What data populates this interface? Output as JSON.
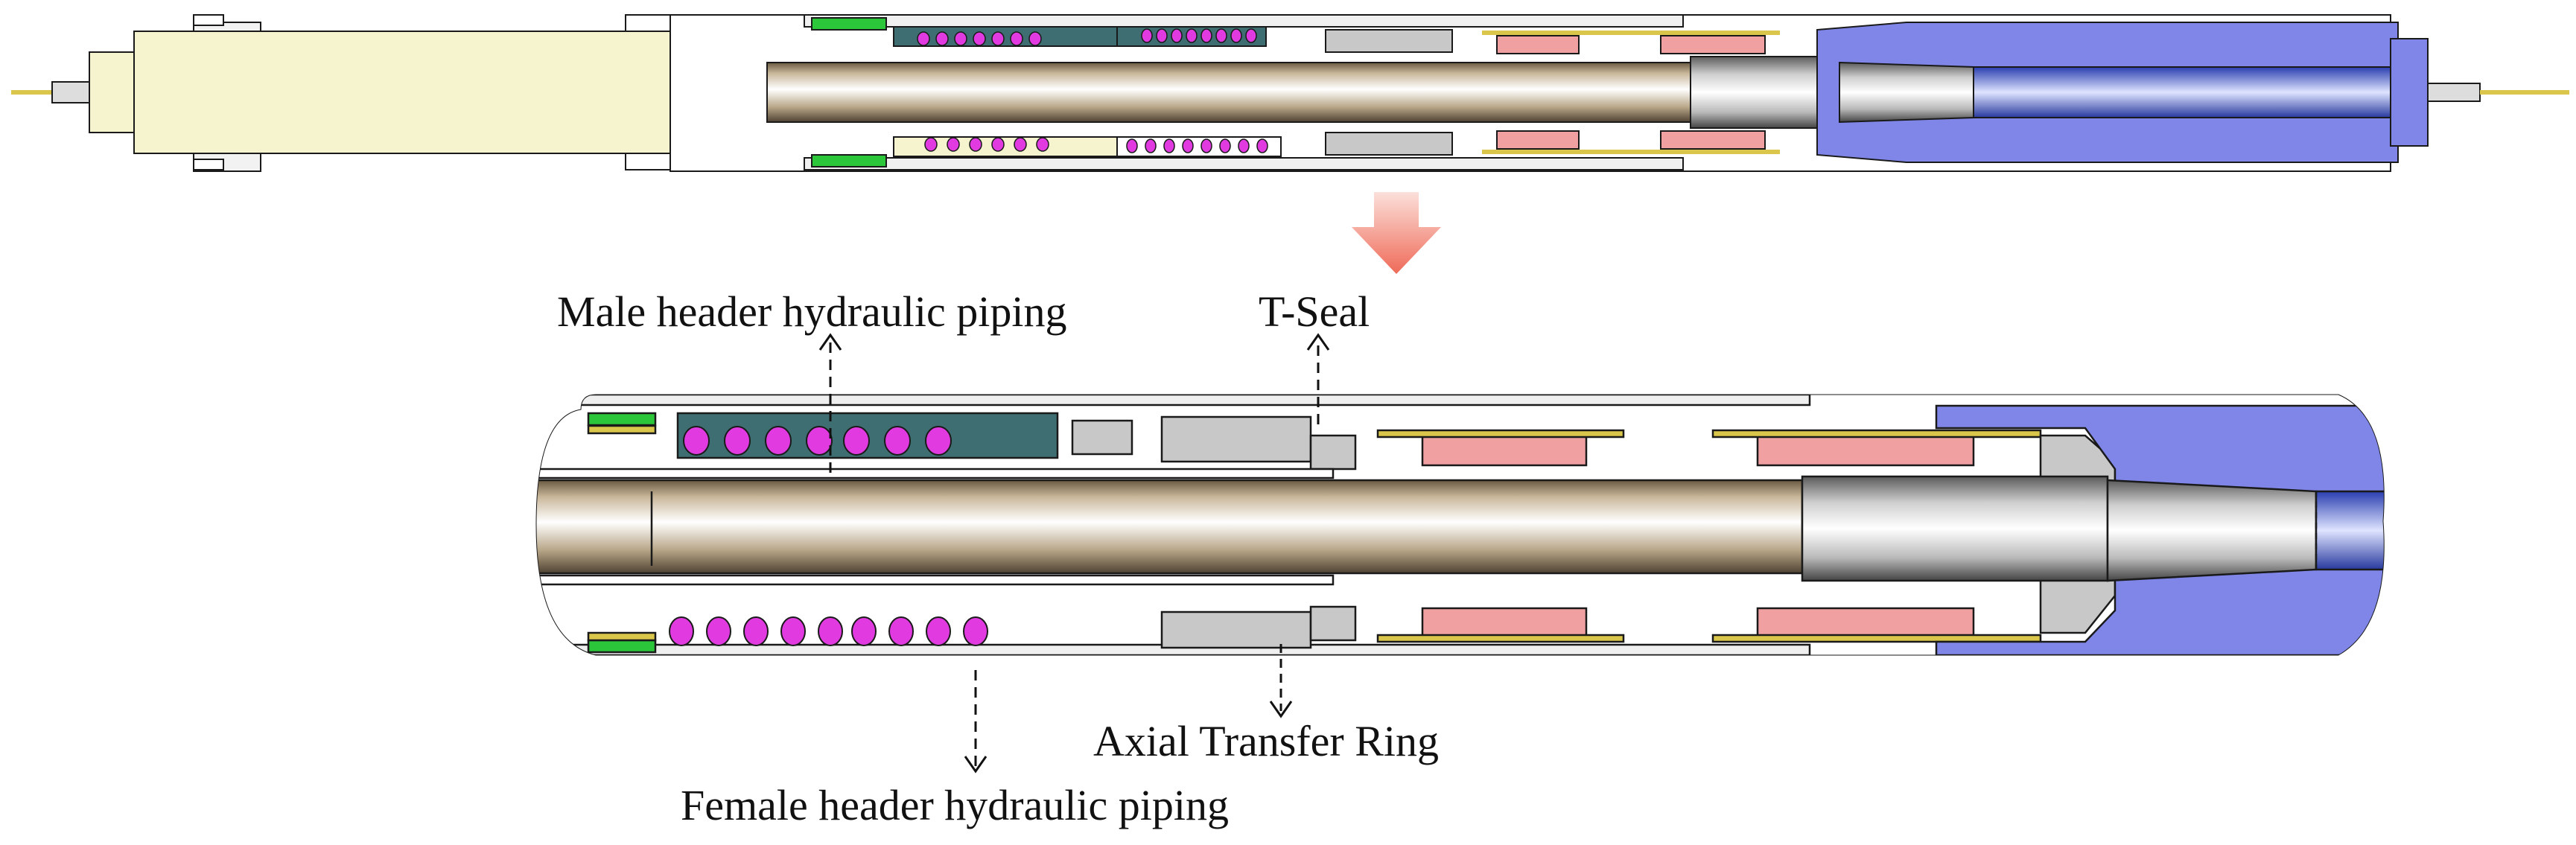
{
  "figure": {
    "labels": {
      "male_piping": "Male header hydraulic piping",
      "t_seal": "T-Seal",
      "axial_ring": "Axial Transfer Ring",
      "female_piping": "Female header hydraulic piping"
    },
    "colors": {
      "background": "#ffffff",
      "outline": "#1a1a1a",
      "yellow_body": "#f6f3cf",
      "blue_body": "#7f86e8",
      "gray_part": "#c8c8c8",
      "pink_seal": "#f0a0a0",
      "green_part": "#2cc63a",
      "teal_cavity": "#3f6e72",
      "magenta_coil": "#e03ae0",
      "gold_strip": "#d9c64b",
      "arrow_red": "#f07c6a"
    },
    "icons": {
      "zoom_arrow": "down-arrow-icon"
    }
  }
}
